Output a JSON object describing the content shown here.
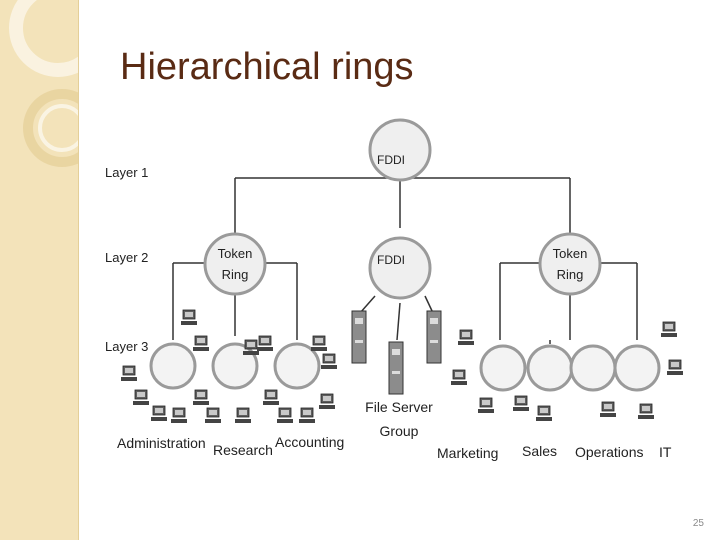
{
  "slide": {
    "title": "Hierarchical rings",
    "number": "25"
  },
  "diagram": {
    "layers": [
      "Layer 1",
      "Layer 2",
      "Layer 3"
    ],
    "core_ring": "FDDI",
    "distribution_rings": [
      {
        "label_line1": "Token",
        "label_line2": "Ring"
      },
      {
        "label_line1": "FDDI",
        "label_line2": ""
      },
      {
        "label_line1": "Token",
        "label_line2": "Ring"
      }
    ],
    "groups": [
      "Administration",
      "Research",
      "Accounting",
      "Marketing",
      "Sales",
      "Operations",
      "IT"
    ],
    "file_server": {
      "line1": "File Server",
      "line2": "Group"
    }
  },
  "colors": {
    "sidebar": "#f3e3ba",
    "title": "#5a2b14",
    "ring_fill": "#efefef",
    "ring_stroke": "#9a9a9a",
    "line": "#333333"
  }
}
